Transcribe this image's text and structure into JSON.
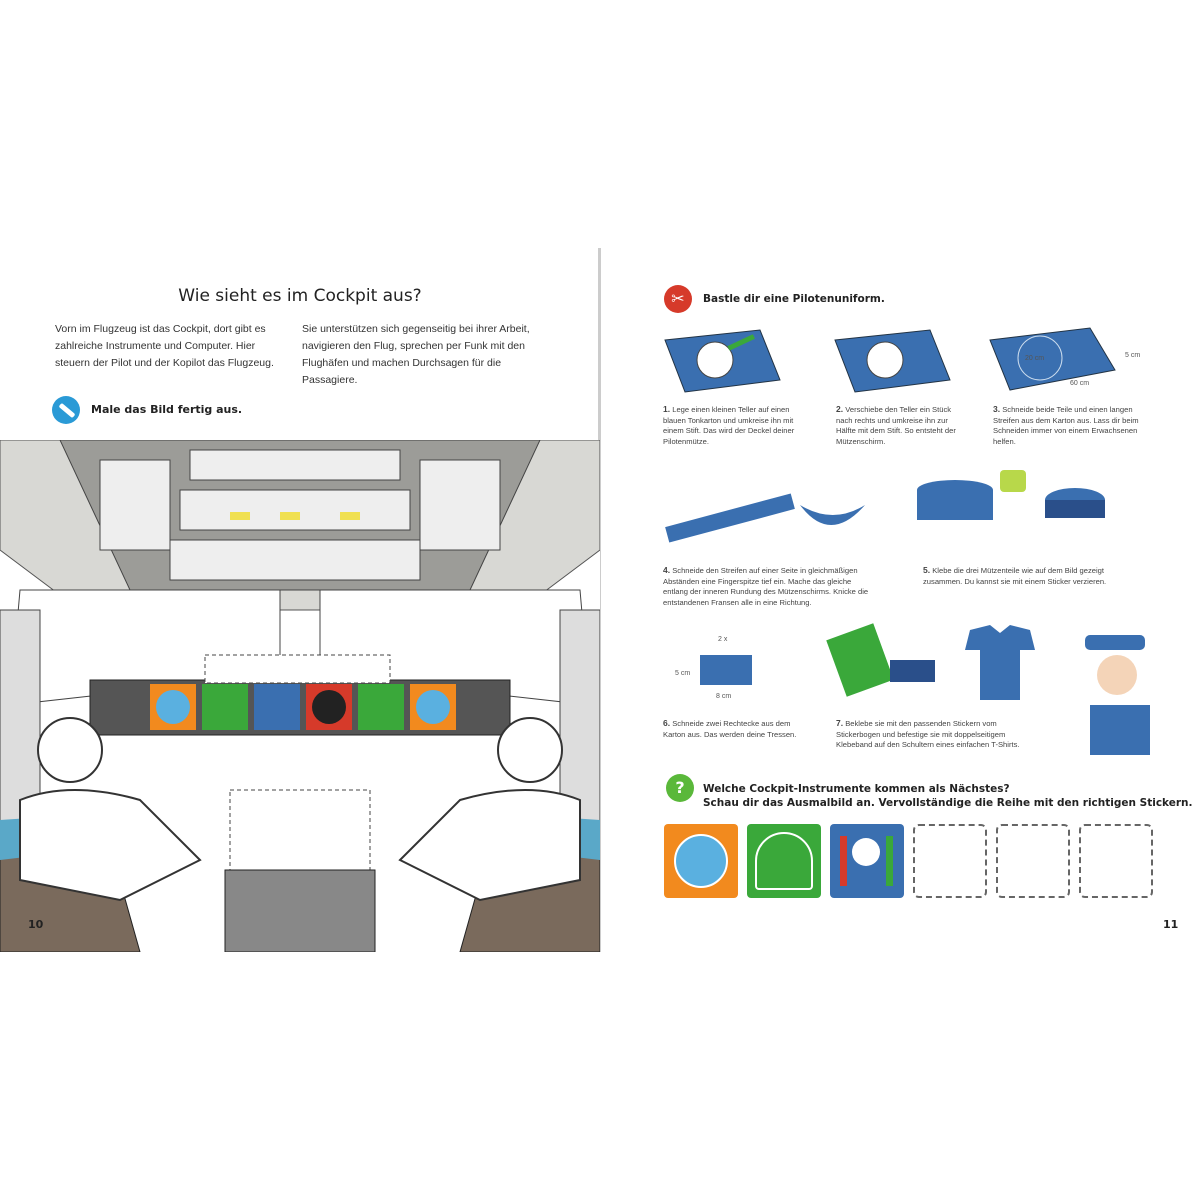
{
  "left_page": {
    "title": "Wie sieht es im Cockpit aus?",
    "para1": "Vorn im Flugzeug ist das Cockpit, dort gibt es zahlreiche Instrumente und Computer. Hier steuern der Pilot und der Kopilot das Flugzeug.",
    "para2": "Sie unterstützen sich gegenseitig bei ihrer Arbeit, navigieren den Flug, sprechen per Funk mit den Flughäfen und machen Durchsagen für die Passagiere.",
    "task": "Male das Bild fertig aus.",
    "task_icon": "pencil-icon",
    "page_number": "10"
  },
  "right_page": {
    "craft_title": "Bastle dir eine Pilotenuniform.",
    "craft_icon": "scissors-icon",
    "steps": [
      {
        "n": "1.",
        "text": "Lege einen kleinen Teller auf einen blauen Tonkarton und umkreise ihn mit einem Stift. Das wird der Deckel deiner Pilotenmütze."
      },
      {
        "n": "2.",
        "text": "Verschiebe den Teller ein Stück nach rechts und umkreise ihn zur Hälfte mit dem Stift. So entsteht der Mützenschirm."
      },
      {
        "n": "3.",
        "text": "Schneide beide Teile und einen langen Streifen aus dem Karton aus. Lass dir beim Schneiden immer von einem Erwachsenen helfen."
      },
      {
        "n": "4.",
        "text": "Schneide den Streifen auf einer Seite in gleichmäßigen Abständen eine Fingerspitze tief ein. Mache das gleiche entlang der inneren Rundung des Mützenschirms. Knicke die entstandenen Fransen alle in eine Richtung."
      },
      {
        "n": "5.",
        "text": "Klebe die drei Mützenteile wie auf dem Bild gezeigt zusammen. Du kannst sie mit einem Sticker verzieren."
      },
      {
        "n": "6.",
        "text": "Schneide zwei Rechtecke aus dem Karton aus. Das werden deine Tressen."
      },
      {
        "n": "7.",
        "text": "Beklebe sie mit den passenden Stickern vom Stickerbogen und befestige sie mit doppelseitigem Klebeband auf den Schultern eines einfachen T-Shirts."
      }
    ],
    "dims": {
      "d20": "20 cm",
      "d5": "5 cm",
      "d60": "60 cm",
      "x2": "2 x",
      "r5": "5 cm",
      "r8": "8 cm"
    },
    "quiz_icon": "question-icon",
    "quiz_line1": "Welche Cockpit-Instrumente kommen als Nächstes?",
    "quiz_line2": "Schau dir das Ausmalbild an. Vervollständige die Reihe mit den richtigen Stickern.",
    "page_number": "11"
  },
  "colors": {
    "blue": "#3a6fb0",
    "green": "#3aa83a",
    "orange": "#f28a1e",
    "red": "#d63a2a",
    "cyan": "#2a9ad6"
  }
}
